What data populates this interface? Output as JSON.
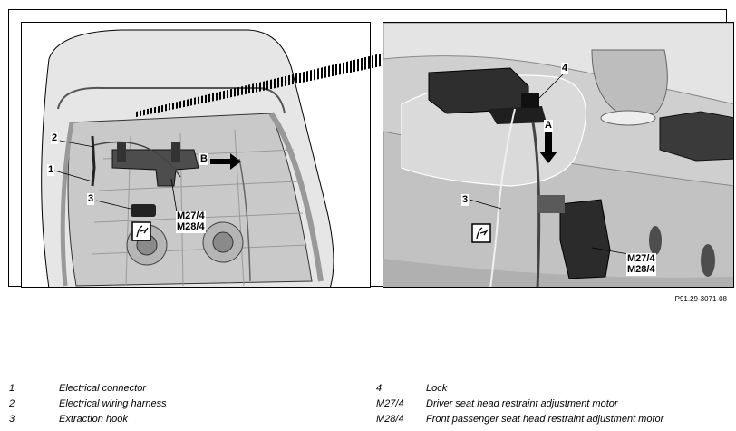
{
  "left_panel": {
    "callouts": {
      "c1": "1",
      "c2": "2",
      "c3": "3",
      "cB": "B",
      "motor1": "M27/4",
      "motor2": "M28/4"
    },
    "icon": "seat-airbag-warning-icon"
  },
  "right_panel": {
    "callouts": {
      "c4": "4",
      "cA": "A",
      "c3": "3",
      "motor1": "M27/4",
      "motor2": "M28/4"
    },
    "icon": "seat-airbag-warning-icon"
  },
  "reference_code": "P91.29-3071-08",
  "legend": {
    "left": [
      {
        "num": "1",
        "text": "Electrical connector"
      },
      {
        "num": "2",
        "text": "Electrical wiring harness"
      },
      {
        "num": "3",
        "text": "Extraction hook"
      }
    ],
    "right": [
      {
        "num": "4",
        "text": "Lock"
      },
      {
        "num": "M27/4",
        "text": "Driver seat head restraint adjustment motor"
      },
      {
        "num": "M28/4",
        "text": "Front passenger seat head restraint adjustment motor"
      }
    ]
  },
  "colors": {
    "outline": "#000000",
    "seat_light": "#e8e8e8",
    "seat_mid": "#bdbdbd",
    "seat_dark": "#7a7a7a",
    "detail_bg": "#d3d3d3"
  }
}
